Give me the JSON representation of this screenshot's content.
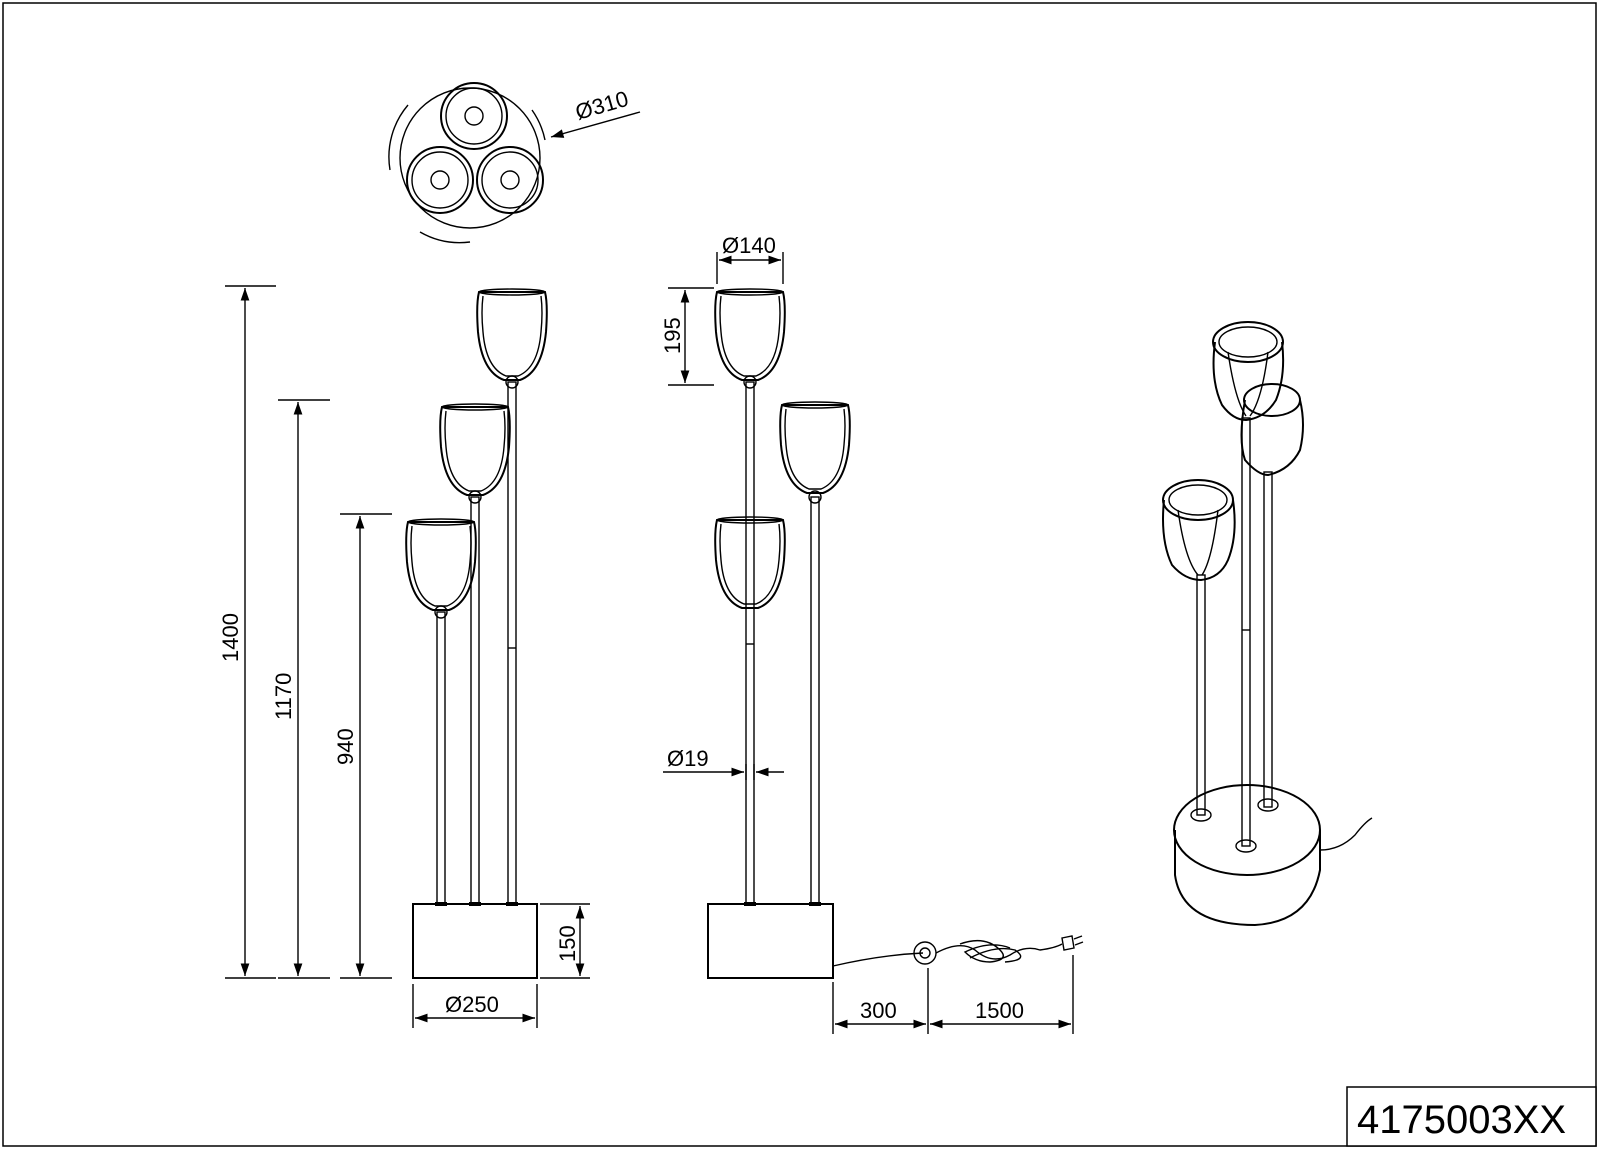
{
  "product_code": "4175003XX",
  "top_view": {
    "diameter": "Ø310"
  },
  "front_view": {
    "heights": [
      "1400",
      "1170",
      "940"
    ],
    "base_height": "150",
    "base_diameter": "Ø250"
  },
  "side_view": {
    "shade_diameter": "Ø140",
    "shade_height": "195",
    "pole_diameter": "Ø19",
    "cable_to_switch": "300",
    "cable_after_switch": "1500"
  }
}
